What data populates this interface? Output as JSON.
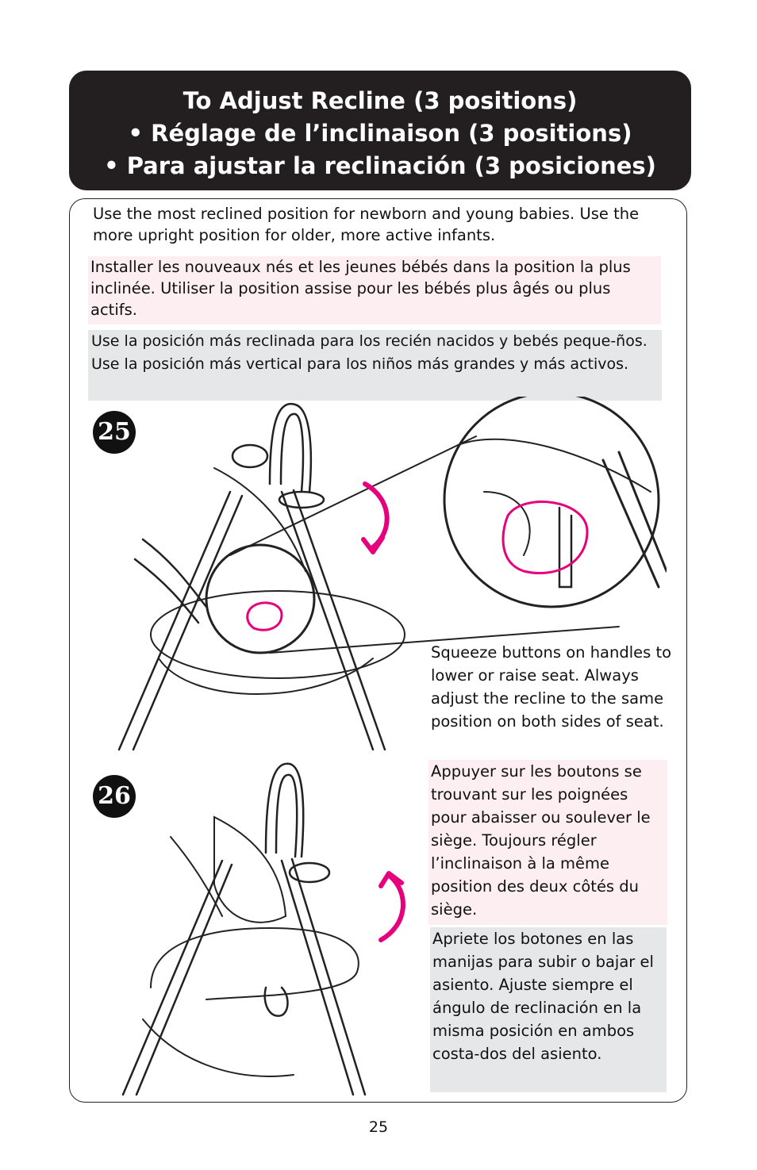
{
  "title": {
    "line1": "To Adjust Recline (3 positions)",
    "line2": "• Réglage de l’inclinaison (3 positions)",
    "line3": "• Para ajustar la reclinación (3 posiciones)"
  },
  "intro": {
    "en": "Use the most reclined position for newborn and young babies. Use the more upright position for older, more active infants.",
    "fr": "Installer les nouveaux nés et les jeunes bébés dans la position la plus inclinée. Utiliser la position assise pour les bébés plus âgés ou plus actifs.",
    "es": "Use la posición más reclinada para los recién nacidos y bebés peque-ños. Use la posición más vertical para los niños más grandes y más activos."
  },
  "steps": {
    "step25": "25",
    "step26": "26"
  },
  "instructions": {
    "en": "Squeeze buttons on handles to lower or raise seat. Always adjust the recline to the same position on both sides of seat.",
    "fr": "Appuyer sur les boutons se trouvant sur les poignées pour abaisser ou soulever le siège. Toujours régler l’inclinaison à la même position des deux côtés du siège.",
    "es": "Apriete los botones en las manijas para subir o bajar el asiento. Ajuste siempre el ángulo de reclinación en la misma posición en ambos costa-dos del asiento."
  },
  "page_number": "25",
  "colors": {
    "title_bg": "#231f20",
    "french_bg": "#fdeef1",
    "spanish_bg": "#e6e7e8",
    "arrow_magenta": "#e6007e"
  }
}
